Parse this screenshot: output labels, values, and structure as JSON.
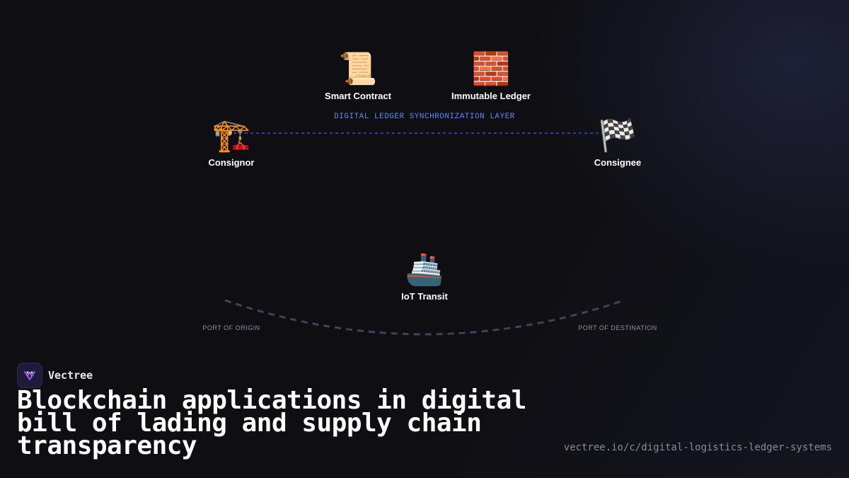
{
  "diagram": {
    "top_nodes": [
      {
        "id": "smart-contract",
        "icon": "scroll-icon",
        "glyph": "📜",
        "label": "Smart Contract"
      },
      {
        "id": "immutable-ledger",
        "icon": "brick-icon",
        "glyph": "🧱",
        "label": "Immutable Ledger"
      }
    ],
    "layer_label": "DIGITAL LEDGER SYNCHRONIZATION LAYER",
    "endpoints": {
      "consignor": {
        "icon": "construction-crane-icon",
        "glyph": "🏗️",
        "label": "Consignor"
      },
      "consignee": {
        "icon": "checkered-flag-icon",
        "glyph": "🏁",
        "label": "Consignee"
      }
    },
    "transit": {
      "icon": "ship-icon",
      "glyph": "🚢",
      "label": "IoT Transit"
    },
    "ports": {
      "origin": "PORT OF ORIGIN",
      "destination": "PORT OF DESTINATION"
    },
    "colors": {
      "sync_line": "#2a3fa8",
      "route_line": "#3a4558",
      "layer_label": "#5b8def"
    }
  },
  "brand": {
    "name": "Vectree",
    "logo_icon": "vectree-logo-icon",
    "logo_color": "#a855f7"
  },
  "title": "Blockchain applications in digital bill of lading and supply chain transparency",
  "url": "vectree.io/c/digital-logistics-ledger-systems"
}
